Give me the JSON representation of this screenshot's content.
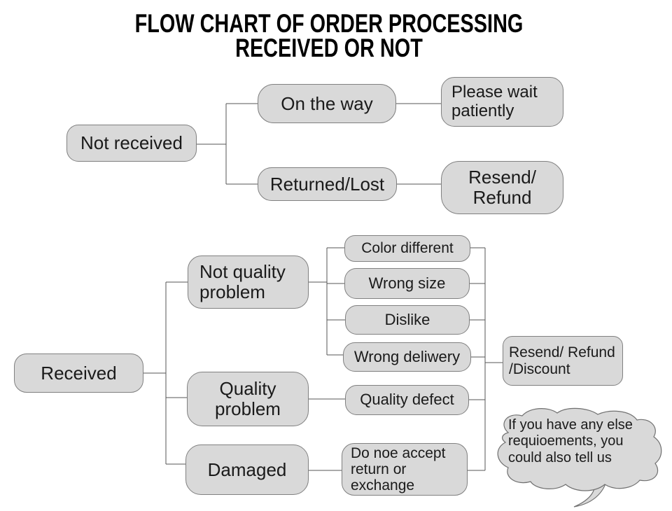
{
  "title": {
    "line1": "FLOW CHART OF ORDER PROCESSING",
    "line2": "RECEIVED OR NOT"
  },
  "colors": {
    "node_fill": "#d9d9d9",
    "node_border": "#808080",
    "connector": "#555555",
    "text": "#1a1a1a",
    "title_text": "#000000"
  },
  "nodes": {
    "not_received": "Not received",
    "on_the_way": "On the way",
    "returned_lost": "Returned/Lost",
    "please_wait": "Please wait\npatiently",
    "resend_refund": "Resend/\nRefund",
    "received": "Received",
    "not_quality_problem": "Not quality\nproblem",
    "quality_problem": "Quality\nproblem",
    "damaged": "Damaged",
    "color_different": "Color different",
    "wrong_size": "Wrong size",
    "dislike": "Dislike",
    "wrong_deliwery": "Wrong deliwery",
    "quality_defect": "Quality defect",
    "do_noe_accept": "Do noe accept\nreturn or\nexchange",
    "resend_refund_discount": "Resend/ Refund\n/Discount",
    "bubble": "If you have any else\nrequioements, you\ncould also tell us"
  }
}
